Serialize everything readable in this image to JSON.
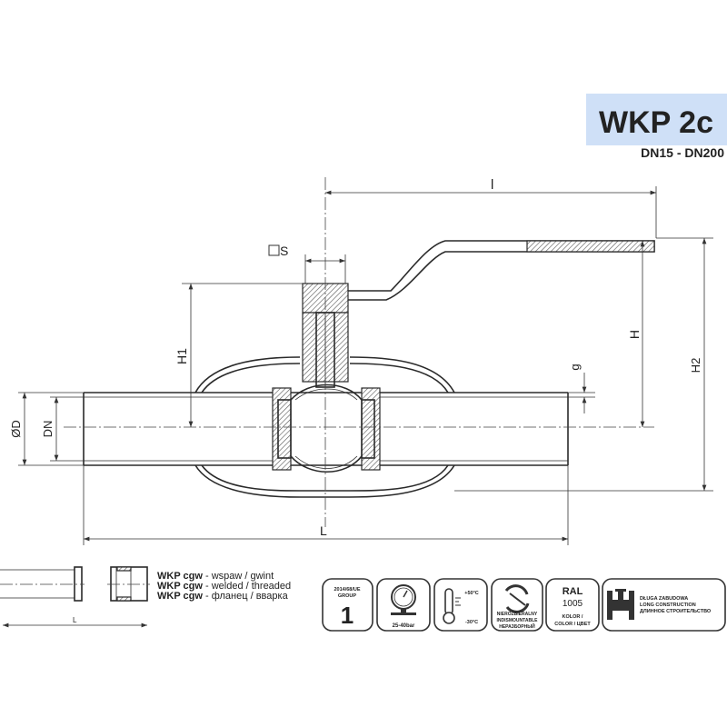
{
  "header": {
    "title": "WKP 2c",
    "subtitle": "DN15 - DN200",
    "accent": "#cfe0f7"
  },
  "dimensions": {
    "l": "l",
    "S": "S",
    "H1": "H1",
    "H": "H",
    "H2": "H2",
    "g": "g",
    "D": "ØD",
    "DN": "DN",
    "L": "L",
    "L_small": "L"
  },
  "variants": [
    {
      "code": "WKP cgw",
      "desc": "- wspaw / gwint"
    },
    {
      "code": "WKP cgw",
      "desc": "- welded / threaded"
    },
    {
      "code": "WKP cgw",
      "desc": "- фланец / вварка"
    }
  ],
  "badges": {
    "group": {
      "line1": "2014/68/UE",
      "line2": "GROUP",
      "value": "1"
    },
    "pressure": {
      "label": "25-40bar",
      "icon": "pressure-gauge-icon"
    },
    "temperature": {
      "max": "+50°C",
      "min": "-30°C",
      "icon": "thermometer-icon"
    },
    "indismountable": {
      "line1": "NIEROZBIERALNY",
      "line2": "INDISMOUNTABLE",
      "line3": "НЕРАЗБОРНЫЙ",
      "icon": "no-disassembly-icon"
    },
    "ral": {
      "title": "RAL",
      "value": "1005",
      "line1": "KOLOR /",
      "line2": "COLOR / ЦВЕТ"
    },
    "construction": {
      "line1": "DŁUGA ZABUDOWA",
      "line2": "LONG CONSTRUCTION",
      "line3": "ДЛИННОЕ СТРОИТЕЛЬСТВО",
      "icon": "long-valve-icon"
    }
  }
}
